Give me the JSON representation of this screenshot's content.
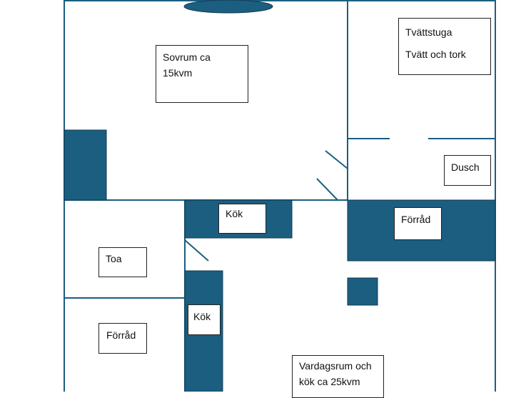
{
  "colors": {
    "wall": "#1b5e80",
    "block": "#1b5e80",
    "label_border": "#222222"
  },
  "rooms": {
    "sovrum": {
      "line1": "Sovrum ca",
      "line2": "15kvm"
    },
    "tvattstuga": {
      "line1": "Tvättstuga",
      "line2": "Tvätt och tork"
    },
    "dusch": "Dusch",
    "forrad_right": "Förråd",
    "kok_top": "Kök",
    "toa": "Toa",
    "kok_left": "Kök",
    "forrad_left": "Förråd",
    "vardagsrum": {
      "line1": "Vardagsrum och",
      "line2": "kök ca 25kvm"
    }
  }
}
